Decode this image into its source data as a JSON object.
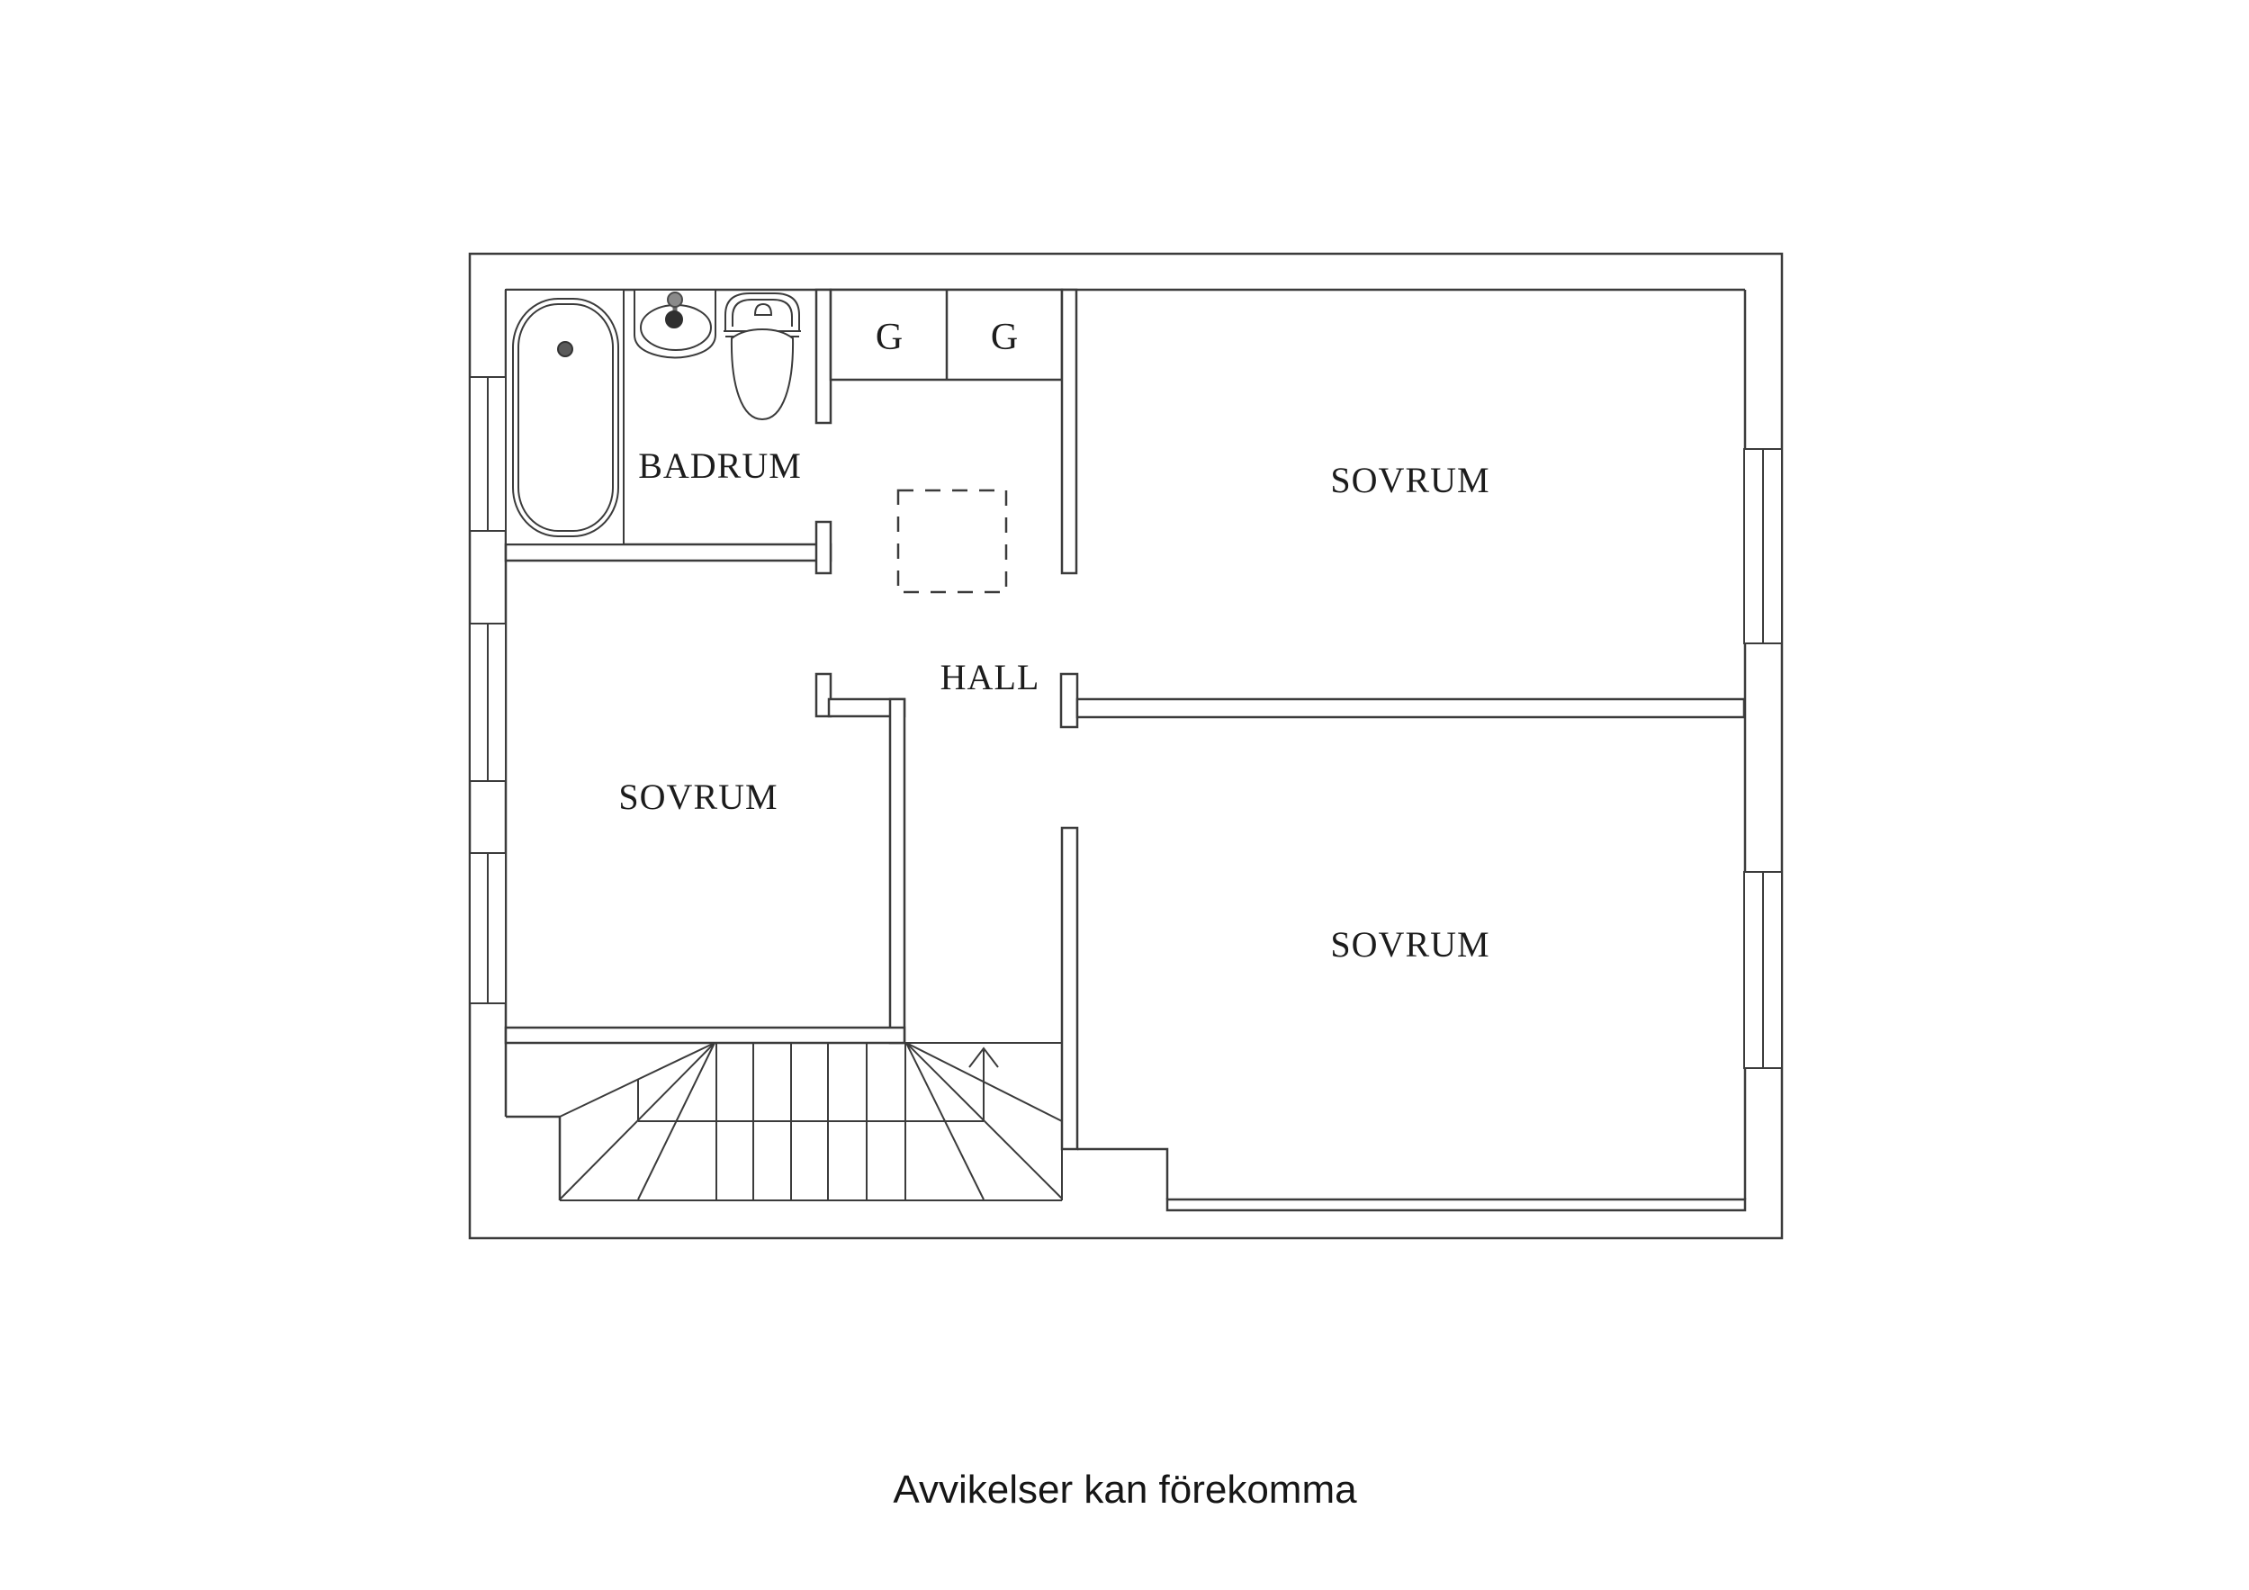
{
  "caption": {
    "text": "Avvikelser kan förekomma"
  },
  "labels": {
    "bathroom": "BADRUM",
    "closet_left": "G",
    "closet_right": "G",
    "bedroom_top_right": "SOVRUM",
    "bedroom_left": "SOVRUM",
    "bedroom_bottom_right": "SOVRUM",
    "hall": "HALL"
  },
  "plan": {
    "type": "floor-plan",
    "rooms": [
      "BADRUM",
      "SOVRUM",
      "SOVRUM",
      "SOVRUM",
      "HALL"
    ],
    "closets": [
      "G",
      "G"
    ],
    "fixtures": [
      "bathtub",
      "sink",
      "toilet",
      "chimney",
      "stairs"
    ],
    "windows_count": 5,
    "stairs": {
      "straight_treads": 5,
      "direction": "up"
    }
  },
  "colors": {
    "line": "#3b3b3b",
    "text": "#1c1c1c",
    "background": "#ffffff"
  }
}
